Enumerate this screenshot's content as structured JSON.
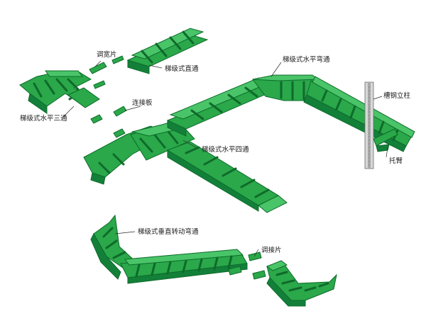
{
  "colors": {
    "tray_green": "#2aa84a",
    "tray_dark": "#13803a",
    "tray_light": "#49c468",
    "column_gray": "#c9c9c9",
    "label_text": "#1a1a1a",
    "background": "#ffffff"
  },
  "labels": {
    "adjust_width_piece": "调宽片",
    "straight": "梯级式直通",
    "tee": "梯级式水平三通",
    "connector_plate": "连接板",
    "horizontal_bend": "梯级式水平弯通",
    "cross": "梯级式水平四通",
    "channel_column": "槽钢立柱",
    "bracket_arm": "托臂",
    "vertical_bend": "梯级式垂直转动弯通",
    "adjust_piece": "调接片"
  }
}
